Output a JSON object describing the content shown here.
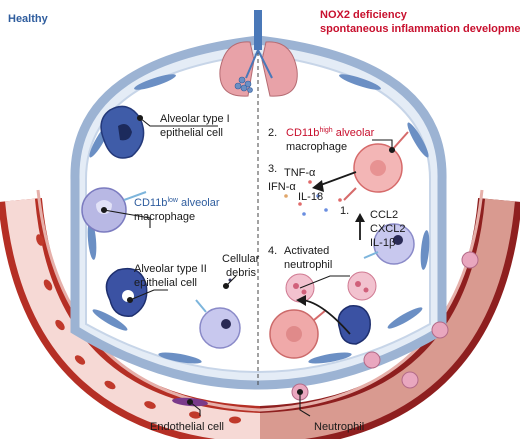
{
  "headers": {
    "healthy": "Healthy",
    "nox2_line1": "NOX2 deficiency",
    "nox2_line2": "spontaneous inflammation development"
  },
  "labels": {
    "alveolar_type1_line1": "Alveolar type I",
    "alveolar_type1_line2": "epithelial cell",
    "cd11b_low_prefix": "CD11b",
    "cd11b_low_sup": "low",
    "cd11b_low_suffix": " alveolar",
    "cd11b_low_line2": "macrophage",
    "alveolar_type2_line1": "Alveolar type II",
    "alveolar_type2_line2": "epithelial cell",
    "cellular_debris_line1": "Cellular",
    "cellular_debris_line2": "debris",
    "step2_num": "2.",
    "cd11b_high_prefix": "CD11b",
    "cd11b_high_sup": "high",
    "cd11b_high_suffix": " alveolar",
    "cd11b_high_line2": "macrophage",
    "step3_num": "3.",
    "tnf": "TNF-α",
    "ifn": "IFN-α",
    "il18": "IL-18",
    "step1_num": "1.",
    "ccl2": "CCL2",
    "cxcl2": "CXCL2",
    "il1b": "IL-1β",
    "step4_num": "4.",
    "activated_neutrophil_line1": "Activated",
    "activated_neutrophil_line2": "neutrophil",
    "endothelial_cell": "Endothelial cell",
    "neutrophil": "Neutrophil"
  },
  "colors": {
    "healthy_blue": "#2f5d9e",
    "nox2_red": "#c8102e",
    "alveolus_fill": "#dde6f2",
    "alveolus_edge": "#8fa6c9",
    "vessel_healthy": "#c0392b",
    "vessel_lumen_healthy": "#f7d6d3",
    "vessel_nox2": "#9b2a2a",
    "vessel_lumen_nox2": "#e7b3aa"
  }
}
